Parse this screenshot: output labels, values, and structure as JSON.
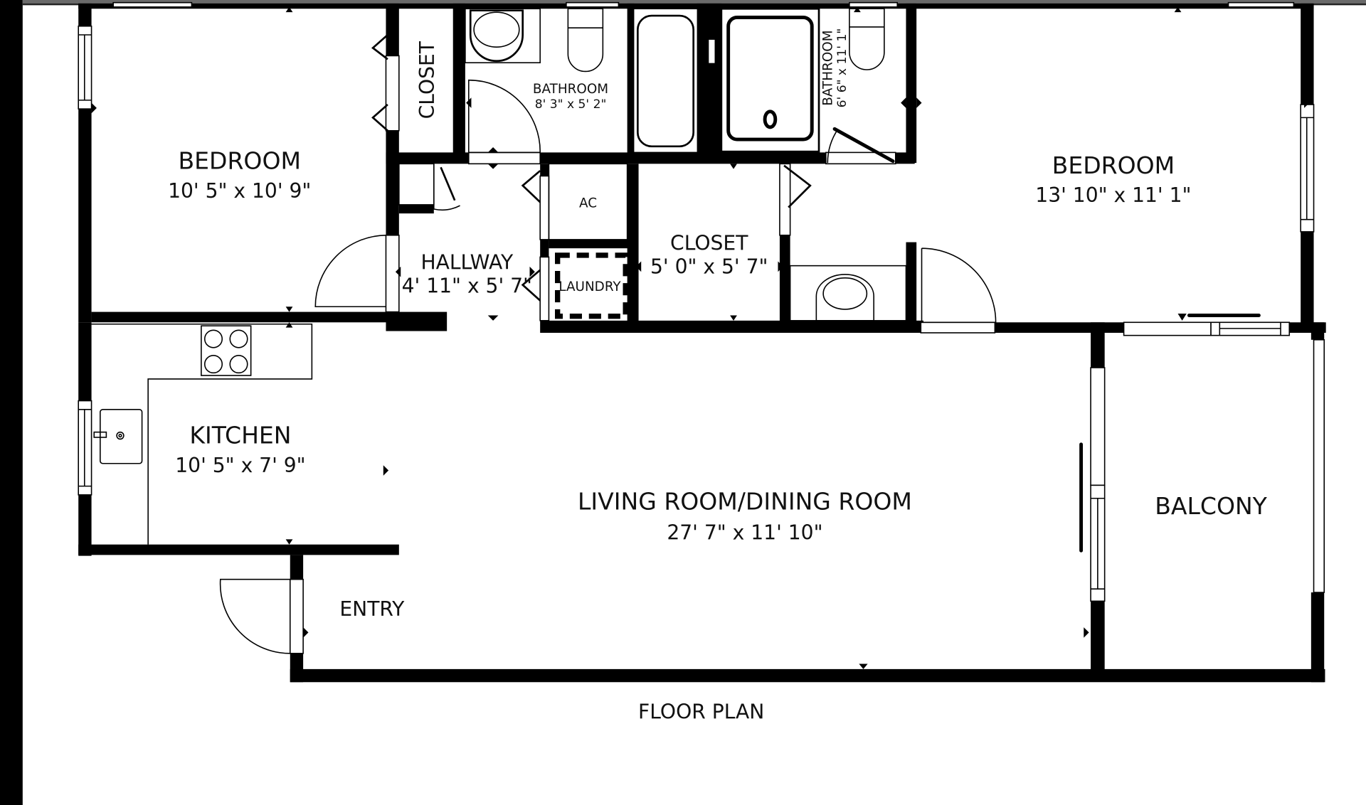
{
  "title": "FLOOR PLAN",
  "rooms": {
    "bedroom1": {
      "name": "BEDROOM",
      "dims": "10' 5\" x 10' 9\""
    },
    "closet1": {
      "name": "CLOSET"
    },
    "bathroom1": {
      "name": "BATHROOM",
      "dims": "8' 3\" x 5' 2\""
    },
    "bathroom2": {
      "name": "BATHROOM",
      "dims": "6' 6\" x 11' 1\""
    },
    "bedroom2": {
      "name": "BEDROOM",
      "dims": "13' 10\" x 11' 1\""
    },
    "hallway": {
      "name": "HALLWAY",
      "dims": "4' 11\" x 5' 7\""
    },
    "ac": {
      "name": "AC"
    },
    "laundry": {
      "name": "LAUNDRY"
    },
    "closet2": {
      "name": "CLOSET",
      "dims": "5' 0\" x 5' 7\""
    },
    "kitchen": {
      "name": "KITCHEN",
      "dims": "10' 5\" x 7' 9\""
    },
    "living": {
      "name": "LIVING ROOM/DINING ROOM",
      "dims": "27' 7\" x 11' 10\""
    },
    "entry": {
      "name": "ENTRY"
    },
    "balcony": {
      "name": "BALCONY"
    }
  },
  "colors": {
    "wall": "#000000",
    "background": "#ffffff",
    "left_bar": "#000000",
    "top_edge": "#6a6a6a"
  }
}
